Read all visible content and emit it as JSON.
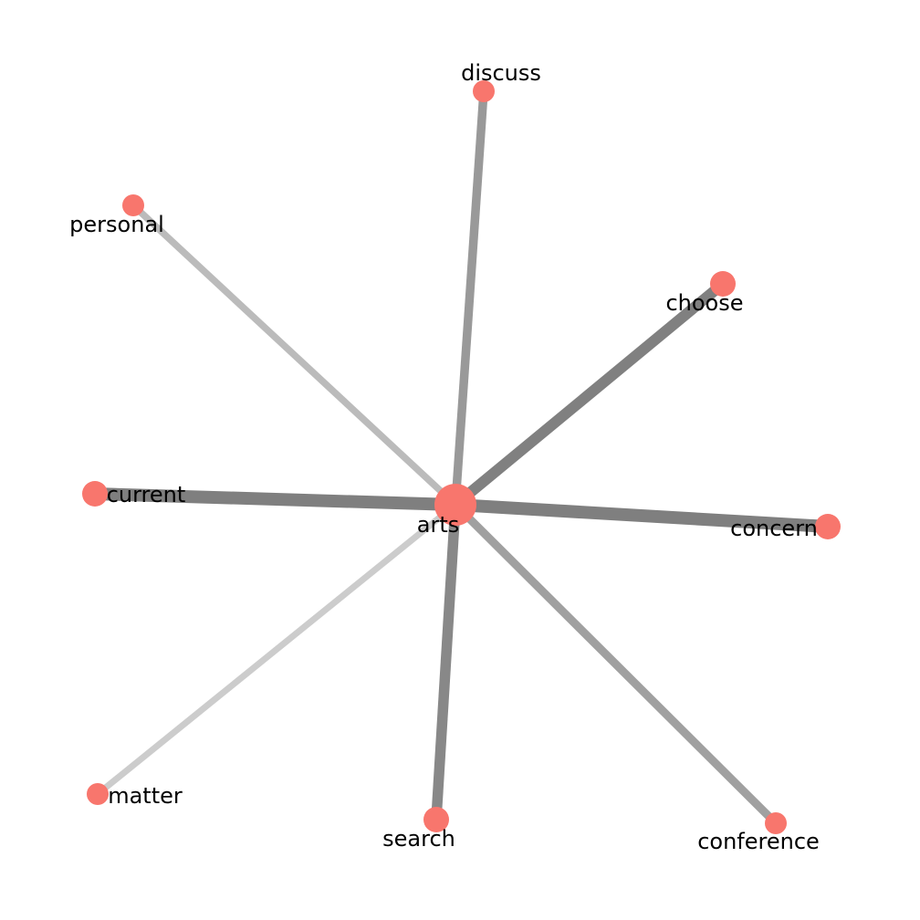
{
  "graph": {
    "node_color": "#F8766D",
    "center": "arts",
    "nodes": [
      {
        "id": "arts",
        "label": "arts",
        "size": "large"
      },
      {
        "id": "discuss",
        "label": "discuss",
        "size": "small"
      },
      {
        "id": "personal",
        "label": "personal",
        "size": "small"
      },
      {
        "id": "choose",
        "label": "choose",
        "size": "medium"
      },
      {
        "id": "current",
        "label": "current",
        "size": "medium"
      },
      {
        "id": "concern",
        "label": "concern",
        "size": "medium"
      },
      {
        "id": "matter",
        "label": "matter",
        "size": "small"
      },
      {
        "id": "search",
        "label": "search",
        "size": "medium"
      },
      {
        "id": "conference",
        "label": "conference",
        "size": "small"
      }
    ],
    "edges": [
      {
        "source": "arts",
        "target": "discuss",
        "weight": 0.55,
        "color": "#999999"
      },
      {
        "source": "arts",
        "target": "personal",
        "weight": 0.35,
        "color": "#BBBBBB"
      },
      {
        "source": "arts",
        "target": "choose",
        "weight": 0.8,
        "color": "#808080"
      },
      {
        "source": "arts",
        "target": "current",
        "weight": 1.0,
        "color": "#7F7F7F"
      },
      {
        "source": "arts",
        "target": "concern",
        "weight": 1.0,
        "color": "#7F7F7F"
      },
      {
        "source": "arts",
        "target": "matter",
        "weight": 0.3,
        "color": "#CCCCCC"
      },
      {
        "source": "arts",
        "target": "search",
        "weight": 0.75,
        "color": "#888888"
      },
      {
        "source": "arts",
        "target": "conference",
        "weight": 0.5,
        "color": "#A0A0A0"
      }
    ]
  }
}
